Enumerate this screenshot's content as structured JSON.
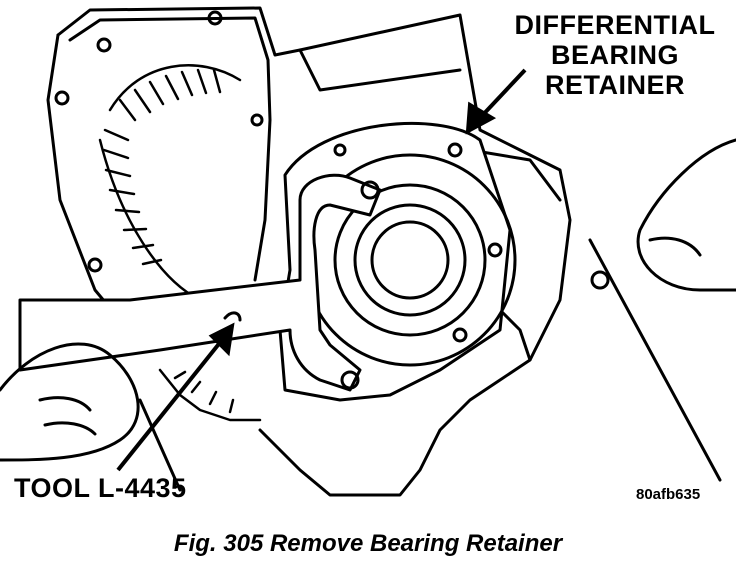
{
  "labels": {
    "differential_bearing_retainer": [
      "DIFFERENTIAL",
      "BEARING",
      "RETAINER"
    ],
    "tool": "TOOL L-4435",
    "image_ref": "80afb635"
  },
  "caption": "Fig. 305 Remove Bearing Retainer",
  "colors": {
    "ink": "#000000",
    "paper": "#ffffff"
  }
}
